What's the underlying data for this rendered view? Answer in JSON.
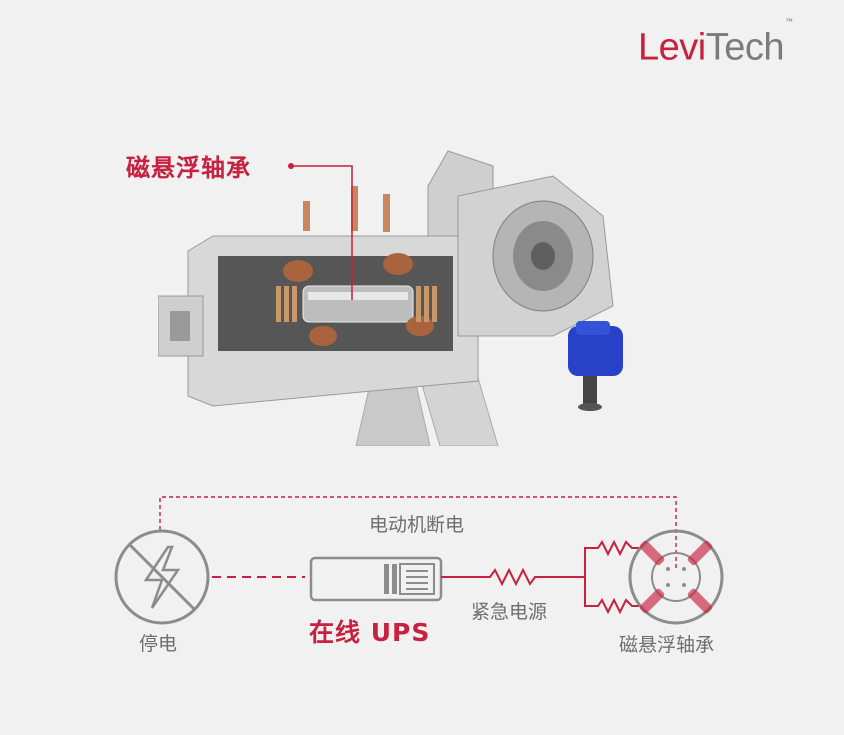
{
  "logo": {
    "levi": "Levi",
    "tech": "Tech",
    "tm": "™"
  },
  "callout": {
    "title": "磁悬浮轴承"
  },
  "diagram": {
    "motor_cutoff": "电动机断电",
    "power_outage": "停电",
    "online_ups": "在线 UPS",
    "emergency_power": "紧急电源",
    "magnetic_bearing": "磁悬浮轴承"
  },
  "colors": {
    "accent": "#c8203f",
    "gray": "#7b7b7b",
    "background": "#f1f1f1",
    "pump": "#2742c8"
  },
  "icons": [
    "no-power-icon",
    "ups-device-icon",
    "resistor-icon",
    "magnetic-bearing-icon"
  ]
}
